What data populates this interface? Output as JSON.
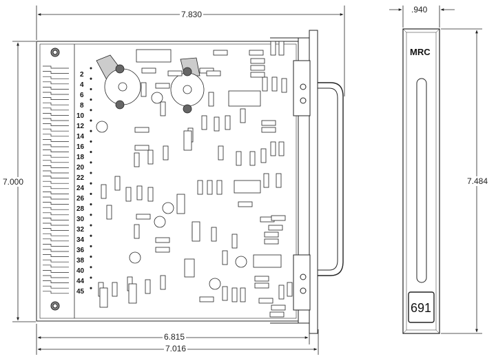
{
  "dimensions": {
    "top_width": "7.830",
    "panel_width": ".940",
    "board_height": "7.000",
    "panel_height": "7.484",
    "inner_width": "6.815",
    "overall_width": "7.016"
  },
  "edge_connector": {
    "pin_labels": [
      "2",
      "4",
      "6",
      "8",
      "10",
      "12",
      "14",
      "16",
      "18",
      "20",
      "22",
      "24",
      "26",
      "28",
      "30",
      "32",
      "34",
      "36",
      "38",
      "40",
      "44",
      "45"
    ]
  },
  "front_panel": {
    "brand": "MRC",
    "model": "691"
  },
  "colors": {
    "line": "#222222",
    "background": "#ffffff"
  }
}
